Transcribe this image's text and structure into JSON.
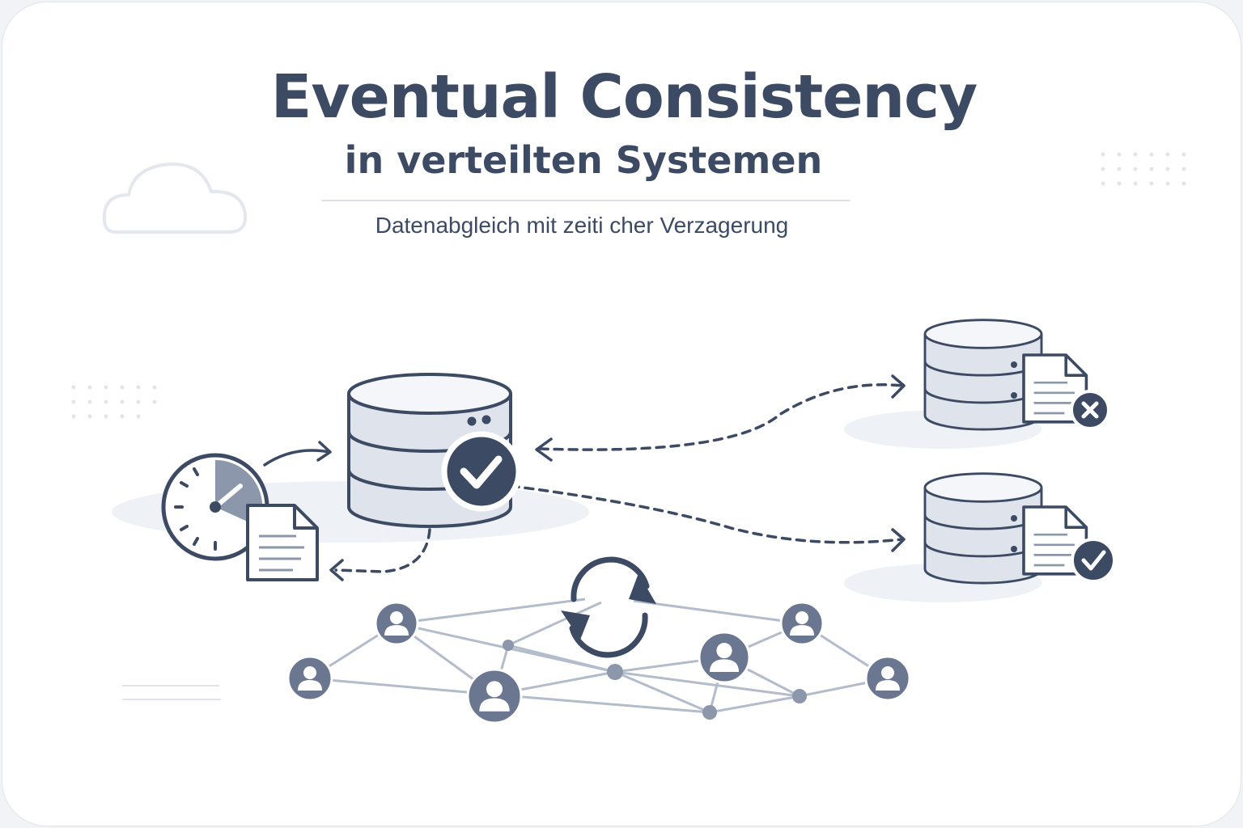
{
  "header": {
    "title": "Eventual Consistency",
    "subtitle": "in verteilten Systemen",
    "tagline": "Datenabgleich mit zeiti cher Verzagerung"
  },
  "colors": {
    "ink": "#3c4a63",
    "node": "#6b7790",
    "link": "#b3bccb",
    "db_fill": "#dfe3eb",
    "shadow": "#eef1f5"
  },
  "icons": {
    "primary": "database-check-icon",
    "replica_stale": "database-document-x-icon",
    "replica_synced": "database-document-check-icon",
    "timer": "stopwatch-icon",
    "document": "document-icon",
    "sync": "sync-arrows-icon",
    "user": "user-icon",
    "decor": "cloud-icon"
  }
}
